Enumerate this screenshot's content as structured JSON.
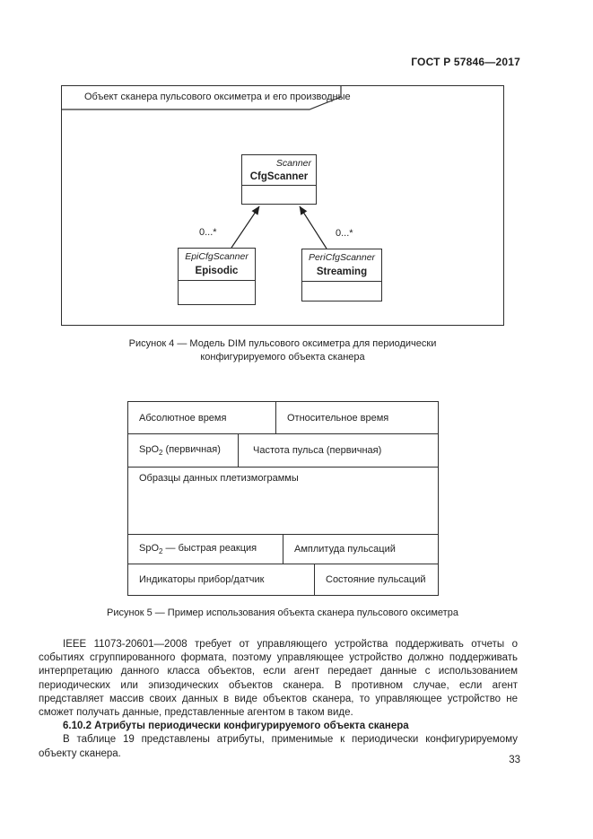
{
  "page": {
    "header": "ГОСТ Р 57846—2017",
    "page_number": "33"
  },
  "figure4": {
    "frame_label": "Объект сканера пульсового оксиметра и его производные",
    "parent_class": {
      "stereotype": "Scanner",
      "name": "CfgScanner"
    },
    "left_class": {
      "stereotype": "EpiCfgScanner",
      "name": "Episodic",
      "multiplicity": "0...*"
    },
    "right_class": {
      "stereotype": "PeriCfgScanner",
      "name": "Streaming",
      "multiplicity": "0...*"
    },
    "caption_line1": "Рисунок 4 — Модель DIM пульсового оксиметра для периодически",
    "caption_line2": "конфигурируемого объекта сканера"
  },
  "figure5": {
    "cells": {
      "abs_time": "Абсолютное время",
      "rel_time": "Относительное время",
      "spo2_primary": {
        "pre": "SpO",
        "sub": "2",
        "post": " (первичная)"
      },
      "pulse_rate": "Частота пульса (первичная)",
      "pleth": "Образцы данных плетизмограммы",
      "spo2_fast": {
        "pre": "SpO",
        "sub": "2",
        "post": " — быстрая реакция"
      },
      "pulse_amp": "Амплитуда пульсаций",
      "indicators": "Индикаторы прибор/датчик",
      "pulse_state": "Состояние пульсаций"
    },
    "caption": "Рисунок 5 — Пример использования объекта сканера пульсового оксиметра"
  },
  "body": {
    "paragraph1": "IEEE 11073-20601—2008 требует от управляющего устройства поддерживать отчеты о событиях сгруппированного формата, поэтому управляющее устройство должно поддерживать интерпретацию данного класса объектов, если агент передает данные с использованием периодических или эпизодических объектов сканера. В противном случае, если агент представляет массив своих данных в виде объектов сканера, то управляющее устройство не сможет получать данные, представленные агентом в таком виде.",
    "heading": "6.10.2 Атрибуты периодически конфигурируемого объекта сканера",
    "paragraph2": "В таблице 19 представлены атрибуты, применимые к периодически конфигурируемому объекту сканера."
  }
}
